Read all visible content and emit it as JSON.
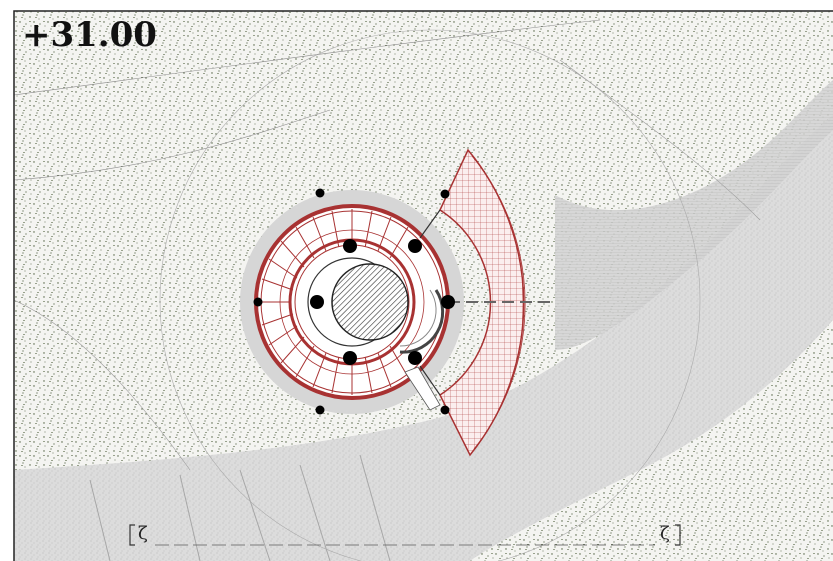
{
  "plan": {
    "elevation_label": "+31.00",
    "section_marker_left": "ζ",
    "section_marker_right": "ζ",
    "colors": {
      "accent": "#a83232",
      "stipple": "#4a5a3a",
      "paving": "#cfcfcf",
      "frame": "#222222"
    }
  }
}
